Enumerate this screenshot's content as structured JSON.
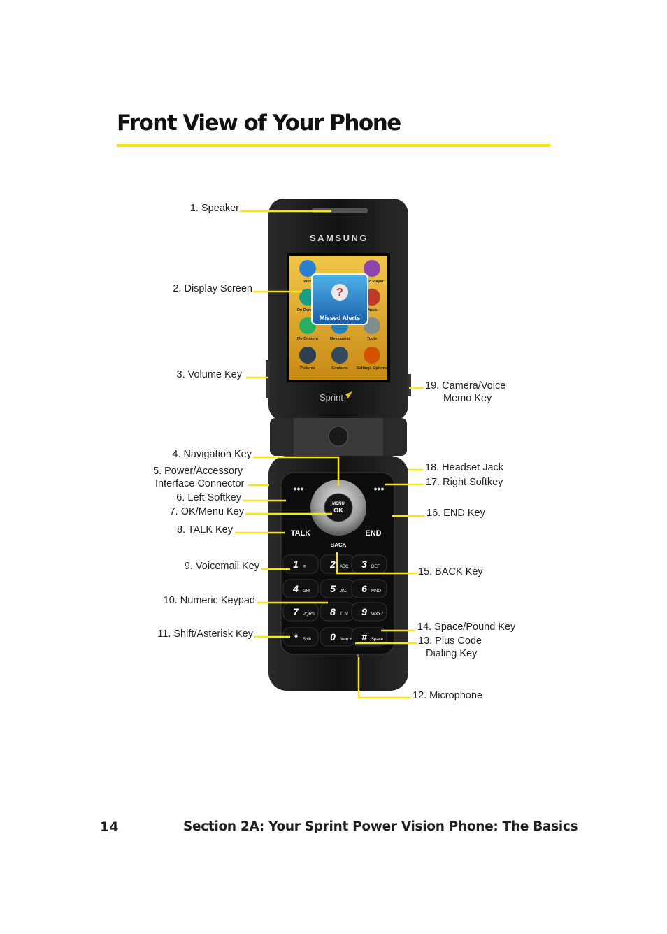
{
  "page": {
    "title": "Front View of Your Phone",
    "page_number": "14",
    "section_title": "Section 2A: Your Sprint Power Vision Phone: The Basics"
  },
  "callouts": [
    {
      "id": "speaker",
      "lines": [
        "1. Speaker"
      ]
    },
    {
      "id": "display-screen",
      "lines": [
        "2. Display Screen"
      ]
    },
    {
      "id": "volume-key",
      "lines": [
        "3. Volume Key"
      ]
    },
    {
      "id": "navigation-key",
      "lines": [
        "4. Navigation Key"
      ]
    },
    {
      "id": "power-accessory",
      "lines": [
        "5. Power/Accessory",
        "Interface Connector"
      ]
    },
    {
      "id": "left-softkey",
      "lines": [
        "6. Left Softkey"
      ]
    },
    {
      "id": "ok-menu-key",
      "lines": [
        "7. OK/Menu Key"
      ]
    },
    {
      "id": "talk-key",
      "lines": [
        "8. TALK Key"
      ]
    },
    {
      "id": "voicemail-key",
      "lines": [
        "9. Voicemail Key"
      ]
    },
    {
      "id": "numeric-keypad",
      "lines": [
        "10. Numeric Keypad"
      ]
    },
    {
      "id": "shift-asterisk-key",
      "lines": [
        "11. Shift/Asterisk Key"
      ]
    },
    {
      "id": "microphone",
      "lines": [
        "12. Microphone"
      ]
    },
    {
      "id": "plus-code-dialing-key",
      "lines": [
        "13. Plus Code",
        "Dialing Key"
      ]
    },
    {
      "id": "space-pound-key",
      "lines": [
        "14. Space/Pound Key"
      ]
    },
    {
      "id": "back-key",
      "lines": [
        "15. BACK Key"
      ]
    },
    {
      "id": "end-key",
      "lines": [
        "16. END Key"
      ]
    },
    {
      "id": "right-softkey",
      "lines": [
        "17. Right Softkey"
      ]
    },
    {
      "id": "headset-jack",
      "lines": [
        "18. Headset Jack"
      ]
    },
    {
      "id": "camera-voice-memo-key",
      "lines": [
        "19. Camera/Voice",
        "Memo Key"
      ]
    }
  ],
  "phone": {
    "brand": "SAMSUNG",
    "carrier": "Sprint",
    "screen_icons": [
      "Web",
      "Music Player",
      "On Demand",
      "Music",
      "My Content",
      "Messaging",
      "Tools",
      "Pictures",
      "Contacts",
      "Settings Options"
    ],
    "screen_popup": "Missed Alerts",
    "keys": {
      "menu": "MENU",
      "ok": "OK",
      "talk": "TALK",
      "end": "END",
      "back": "BACK",
      "numpad": [
        {
          "digit": "1",
          "letters": "✉"
        },
        {
          "digit": "2",
          "letters": "ABC"
        },
        {
          "digit": "3",
          "letters": "DEF"
        },
        {
          "digit": "4",
          "letters": "GHI"
        },
        {
          "digit": "5",
          "letters": "JKL"
        },
        {
          "digit": "6",
          "letters": "MNO"
        },
        {
          "digit": "7",
          "letters": "PQRS"
        },
        {
          "digit": "8",
          "letters": "TUV"
        },
        {
          "digit": "9",
          "letters": "WXYZ"
        },
        {
          "digit": "*",
          "letters": "Shift"
        },
        {
          "digit": "0",
          "letters": "Next +"
        },
        {
          "digit": "#",
          "letters": "Space"
        }
      ]
    }
  },
  "colors": {
    "accent_yellow": "#f7e51b",
    "text": "#231f20",
    "phone_body": "#1c1c1c"
  }
}
